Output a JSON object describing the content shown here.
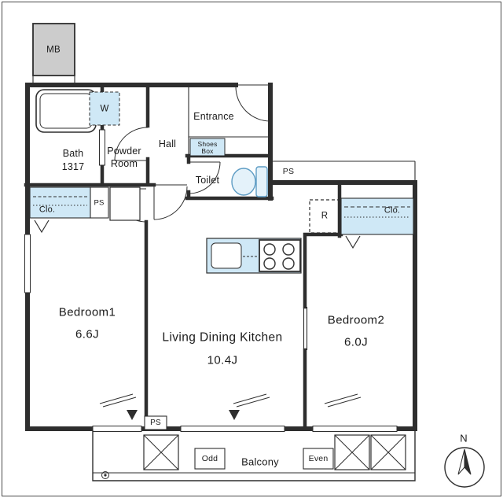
{
  "colors": {
    "wall": "#2e2e2e",
    "fixture_blue": "#cfe8f6",
    "fixture_blue_stroke": "#5d9cc4",
    "mb_gray": "#cccccc"
  },
  "labels": {
    "mb": "MB",
    "bath": "Bath",
    "bath_size": "1317",
    "washer": "W",
    "powder_1": "Powder",
    "powder_2": "Room",
    "hall": "Hall",
    "entrance": "Entrance",
    "shoes_1": "Shoes",
    "shoes_2": "Box",
    "toilet": "Toilet",
    "ps_top": "PS",
    "ps_left": "PS",
    "ps_bottom": "PS",
    "clo_left": "Clo.",
    "clo_right": "Clo.",
    "refrigerator": "R",
    "bedroom1": "Bedroom1",
    "bedroom1_size": "6.6J",
    "ldk": "Living Dining Kitchen",
    "ldk_size": "10.4J",
    "bedroom2": "Bedroom2",
    "bedroom2_size": "6.0J",
    "balcony": "Balcony",
    "odd": "Odd",
    "even": "Even",
    "north": "N"
  }
}
